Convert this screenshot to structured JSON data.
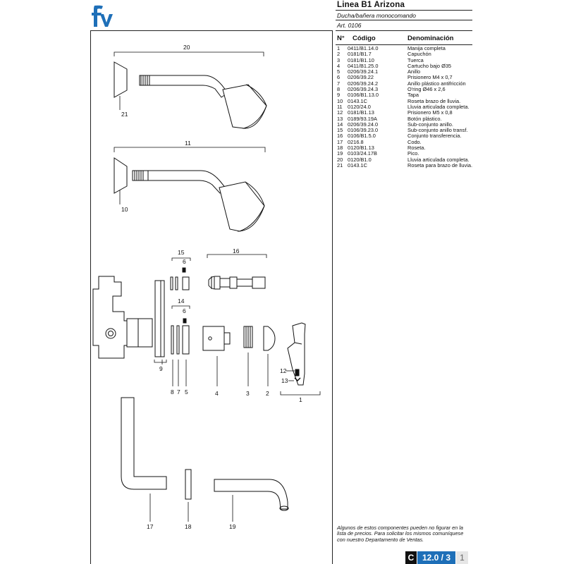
{
  "header": {
    "title": "Linea B1 Arizona",
    "subtitle": "Ducha/bañera monocomando",
    "article": "Art. 0106"
  },
  "brand": {
    "logo_icon": "fv-logo-icon",
    "color": "#1e6fb8"
  },
  "parts_table": {
    "headers": {
      "number": "N°",
      "code": "Código",
      "name": "Denominación"
    },
    "rows": [
      {
        "n": "1",
        "code": "0411/B1.14.0",
        "name": "Manija completa"
      },
      {
        "n": "2",
        "code": "0181/B1.7",
        "name": "Capuchón"
      },
      {
        "n": "3",
        "code": "0181/B1.10",
        "name": "Tuerca"
      },
      {
        "n": "4",
        "code": "0411/B1.25.0",
        "name": "Cartucho bajo Ø35"
      },
      {
        "n": "5",
        "code": "0206/39.24.1",
        "name": "Anillo"
      },
      {
        "n": "6",
        "code": "0206/39.22",
        "name": "Prisionero M4 x 0,7"
      },
      {
        "n": "7",
        "code": "0206/39.24.2",
        "name": "Anillo plástico antifricción"
      },
      {
        "n": "8",
        "code": "0206/39.24.3",
        "name": "O'ring Ø46 x 2,6"
      },
      {
        "n": "9",
        "code": "0106/B1.13.0",
        "name": "Tapa"
      },
      {
        "n": "10",
        "code": "0143.1C",
        "name": "Roseta brazo de lluvia."
      },
      {
        "n": "11",
        "code": "0120/24.0",
        "name": "Lluvia articulada completa."
      },
      {
        "n": "12",
        "code": "0181/B1.13",
        "name": "Prisionero M5 x 0,8"
      },
      {
        "n": "13",
        "code": "0189/93.19A",
        "name": "Botón plástico."
      },
      {
        "n": "14",
        "code": "0206/39.24.0",
        "name": "Sub-conjunto anillo."
      },
      {
        "n": "15",
        "code": "0106/39.23.0",
        "name": "Sub-conjunto anillo transf."
      },
      {
        "n": "16",
        "code": "0106/B1.5.0",
        "name": "Conjunto transferencia."
      },
      {
        "n": "17",
        "code": "0216.8",
        "name": "Codo."
      },
      {
        "n": "18",
        "code": "0120/B1.13",
        "name": "Roseta."
      },
      {
        "n": "19",
        "code": "0103/24.17B",
        "name": "Pico."
      },
      {
        "n": "20",
        "code": "0120/B1.0",
        "name": "Lluvia articulada completa."
      },
      {
        "n": "21",
        "code": "0143.1C",
        "name": "Roseta para brazo de lluvia."
      }
    ]
  },
  "drawing_labels": {
    "l20": "20",
    "l21": "21",
    "l11": "11",
    "l10": "10",
    "l15": "15",
    "l16": "16",
    "l6a": "6",
    "l14": "14",
    "l6b": "6",
    "l9": "9",
    "l8": "8",
    "l7": "7",
    "l5": "5",
    "l4": "4",
    "l3": "3",
    "l2": "2",
    "l12": "12",
    "l13": "13",
    "l1": "1",
    "l17": "17",
    "l18": "18",
    "l19": "19"
  },
  "footer": {
    "note": "Algunos de estos componentes pueden no figurar en la lista de precios. Para solicitar los mismos comuníquese con nuestro Departamento de Ventas.",
    "page_c": "C",
    "page_section": "12.0 / 3",
    "page_num": "1"
  }
}
